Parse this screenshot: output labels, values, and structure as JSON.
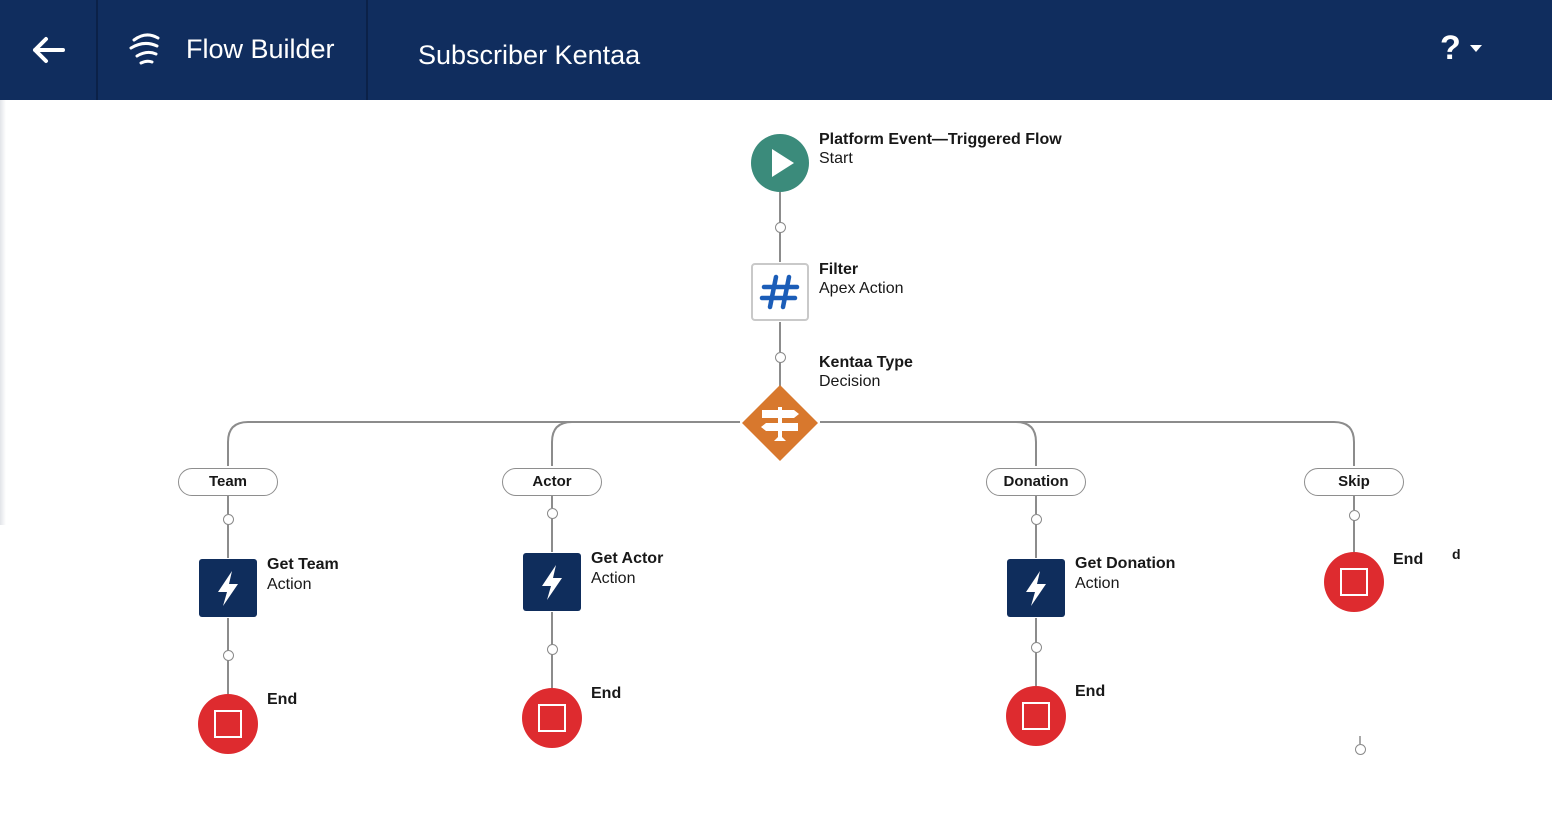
{
  "header": {
    "back_icon": "arrow-left-icon",
    "app_icon": "flow-builder-logo-icon",
    "app_title": "Flow Builder",
    "flow_name": "Subscriber Kentaa",
    "help_label": "?",
    "help_icon": "help-icon",
    "dropdown_icon": "caret-down-icon"
  },
  "colors": {
    "header_bg": "#102d5e",
    "start": "#3b8b7b",
    "action": "#0f2d5c",
    "decision": "#d8782d",
    "end": "#de2b2f",
    "apex_icon": "#1b5db8"
  },
  "flow": {
    "start": {
      "title": "Platform Event—Triggered Flow",
      "subtitle": "Start",
      "icon": "play-icon"
    },
    "filter": {
      "title": "Filter",
      "subtitle": "Apex Action",
      "icon": "hashtag-icon"
    },
    "decision": {
      "title": "Kentaa Type",
      "subtitle": "Decision",
      "icon": "signpost-icon"
    },
    "branches": [
      {
        "label": "Team",
        "action_title": "Get Team",
        "action_subtitle": "Action",
        "end_title": "End"
      },
      {
        "label": "Actor",
        "action_title": "Get Actor",
        "action_subtitle": "Action",
        "end_title": "End"
      },
      {
        "label": "Donation",
        "action_title": "Get Donation",
        "action_subtitle": "Action",
        "end_title": "End"
      },
      {
        "label": "Skip",
        "end_title": "End"
      }
    ],
    "action_icon": "lightning-bolt-icon",
    "end_icon": "stop-icon",
    "stray_glyph": "d"
  }
}
